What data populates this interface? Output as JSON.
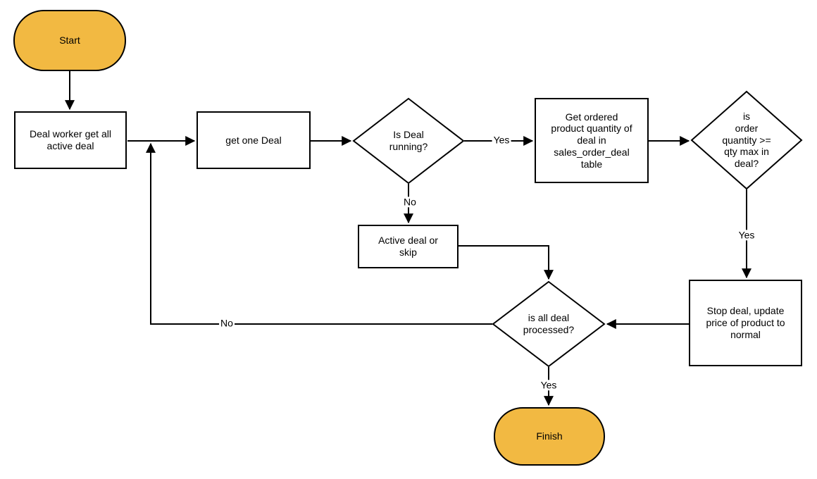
{
  "diagram": {
    "background_color": "#ffffff",
    "line_color": "#000000",
    "terminal_fill_color": "#F2B942",
    "process_fill_color": "#ffffff",
    "nodes": {
      "start": {
        "label": "Start",
        "type": "terminal"
      },
      "get_all_deals": {
        "label": "Deal worker get all\nactive deal",
        "type": "process"
      },
      "get_one_deal": {
        "label": "get one Deal",
        "type": "process"
      },
      "is_deal_running": {
        "label": "Is Deal\nrunning?",
        "type": "decision"
      },
      "get_ordered_qty": {
        "label": "Get ordered\nproduct quantity of\ndeal in\nsales_order_deal\ntable",
        "type": "process"
      },
      "is_qty_max": {
        "label": "is\norder\nquantity >=\nqty max in\ndeal?",
        "type": "decision"
      },
      "active_or_skip": {
        "label": "Active deal or\nskip",
        "type": "process"
      },
      "all_processed": {
        "label": "is all deal\nprocessed?",
        "type": "decision"
      },
      "stop_deal": {
        "label": "Stop deal, update\nprice of product to\nnormal",
        "type": "process"
      },
      "finish": {
        "label": "Finish",
        "type": "terminal"
      }
    },
    "edge_labels": {
      "is_running_yes": "Yes",
      "is_running_no": "No",
      "qty_max_yes": "Yes",
      "all_processed_yes": "Yes",
      "all_processed_no": "No"
    }
  }
}
